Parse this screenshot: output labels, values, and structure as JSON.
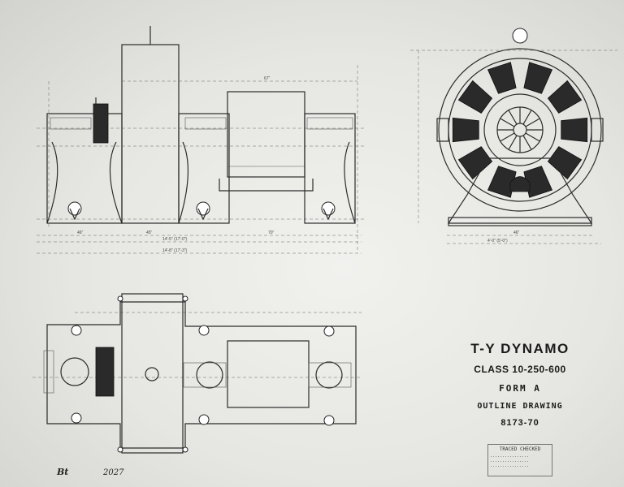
{
  "title_block": {
    "title": "T-Y DYNAMO",
    "class_line": "CLASS 10-250-600",
    "form": "FORM A",
    "drawing_type": "OUTLINE DRAWING",
    "number": "8173-70"
  },
  "annotations": {
    "drawing_no": "2027",
    "corner_mark": "Bt"
  },
  "stamp": {
    "header": "TRACED  CHECKED",
    "lines": [
      "................",
      "................",
      "................"
    ]
  },
  "dimensions": {
    "side_overall_1": "14'-5\" (17'-0\")",
    "side_overall_2": "14'-8\" (17'-3\")",
    "front_base": "4'-0\" (5'-0\")",
    "side_left": "46\"",
    "side_mid": "45\"",
    "side_right": "70\"",
    "top_span": "67\"",
    "front_width": "46\""
  }
}
